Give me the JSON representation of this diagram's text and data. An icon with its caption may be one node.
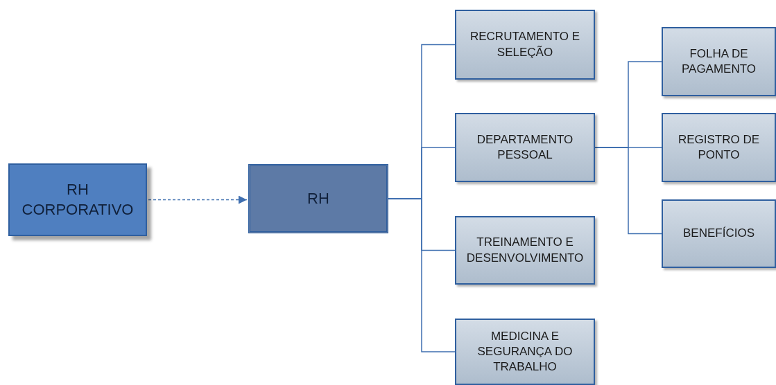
{
  "diagram": {
    "nodes": [
      {
        "text": [
          "RH CORPORATIVO"
        ]
      },
      {
        "text": [
          "RH"
        ]
      },
      {
        "text": [
          "RECRUTAMENTO E SELEÇÃO"
        ]
      },
      {
        "text": [
          "DEPARTAMENTO PESSOAL"
        ]
      },
      {
        "text": [
          "TREINAMENTO E DESENVOLVIMENTO"
        ]
      },
      {
        "text": [
          "MEDICINA E SEGURANÇA DO TRABALHO"
        ]
      },
      {
        "text": [
          "FOLHA DE PAGAMENTO"
        ]
      },
      {
        "text": [
          "REGISTRO DE PONTO"
        ]
      },
      {
        "text": [
          "BENEFÍCIOS"
        ]
      }
    ],
    "edges": [
      {
        "from": 0,
        "to": 1,
        "arrow": "to",
        "style": "dashed"
      },
      {
        "from": 1,
        "to": 2,
        "arrow": "none"
      },
      {
        "from": 1,
        "to": 3,
        "arrow": "none"
      },
      {
        "from": 1,
        "to": 4,
        "arrow": "none"
      },
      {
        "from": 1,
        "to": 5,
        "arrow": "none"
      },
      {
        "from": 3,
        "to": 6,
        "arrow": "none"
      },
      {
        "from": 3,
        "to": 7,
        "arrow": "none"
      },
      {
        "from": 3,
        "to": 8,
        "arrow": "none"
      }
    ]
  }
}
